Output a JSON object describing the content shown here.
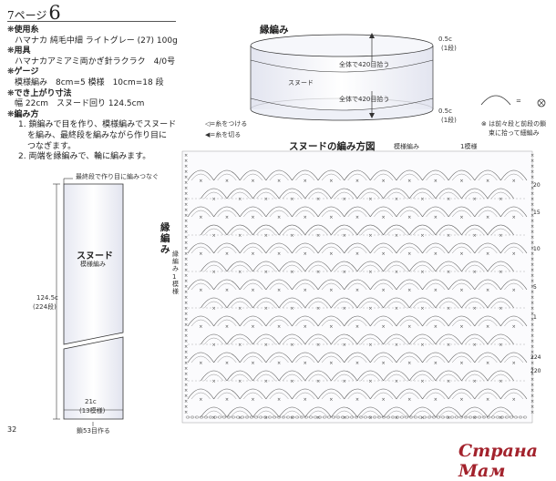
{
  "header": {
    "page_label": "7ページ",
    "pattern_no": "6"
  },
  "materials": {
    "yarn_heading": "使用糸",
    "yarn": "ハマナカ 純毛中細  ライトグレー (27) 100g",
    "tools_heading": "用具",
    "tools": "ハマナカアミアミ両かぎ針ラクラク　4/0号",
    "gauge_heading": "ゲージ",
    "gauge": "模様編み　8cm=5 模様　10cm=18 段",
    "size_heading": "でき上がり寸法",
    "size": "幅 22cm　スヌード回り 124.5cm",
    "method_heading": "編み方",
    "steps": [
      "1. 鎖編みで目を作り、模様編みでスヌード",
      "を編み、最終段を編みながら作り目に",
      "つなぎます。",
      "2. 両端を縁編みで、輪に編みます。"
    ]
  },
  "snood_schematic": {
    "top_note": "最終段で作り目に編みつなぐ",
    "title": "スヌード",
    "subtitle": "模様編み",
    "length": "124.5c",
    "length_rows": "(224段)",
    "width": "21c",
    "width_repeats": "(13模様)",
    "bottom_note": "鎖53目作る",
    "page_number": "32"
  },
  "border": {
    "title": "縁編み",
    "dim_top": "0.5c",
    "dim_top_rows": "(1段)",
    "dim_bottom": "0.5c",
    "dim_bottom_rows": "(1段)",
    "pick_top": "全体で420目拾う",
    "pick_bottom": "全体で420目拾う",
    "label": "スヌード"
  },
  "legend": {
    "attach": "=糸をつける",
    "cut": "=糸を切る",
    "symbol_note_1": "は前々段と前段の鎖",
    "symbol_note_2": "束に拾って細編み",
    "equals": "="
  },
  "chart": {
    "title": "スヌードの編み方図",
    "subtitle": "模様編み",
    "repeat_label": "1模様",
    "left_label": "縁編み",
    "left_sub": "縁編み",
    "left_sub2": "1模様",
    "row_numbers": [
      "20",
      "15",
      "10",
      "5",
      "1",
      "220",
      "224"
    ]
  },
  "watermark": "Страна Мам"
}
